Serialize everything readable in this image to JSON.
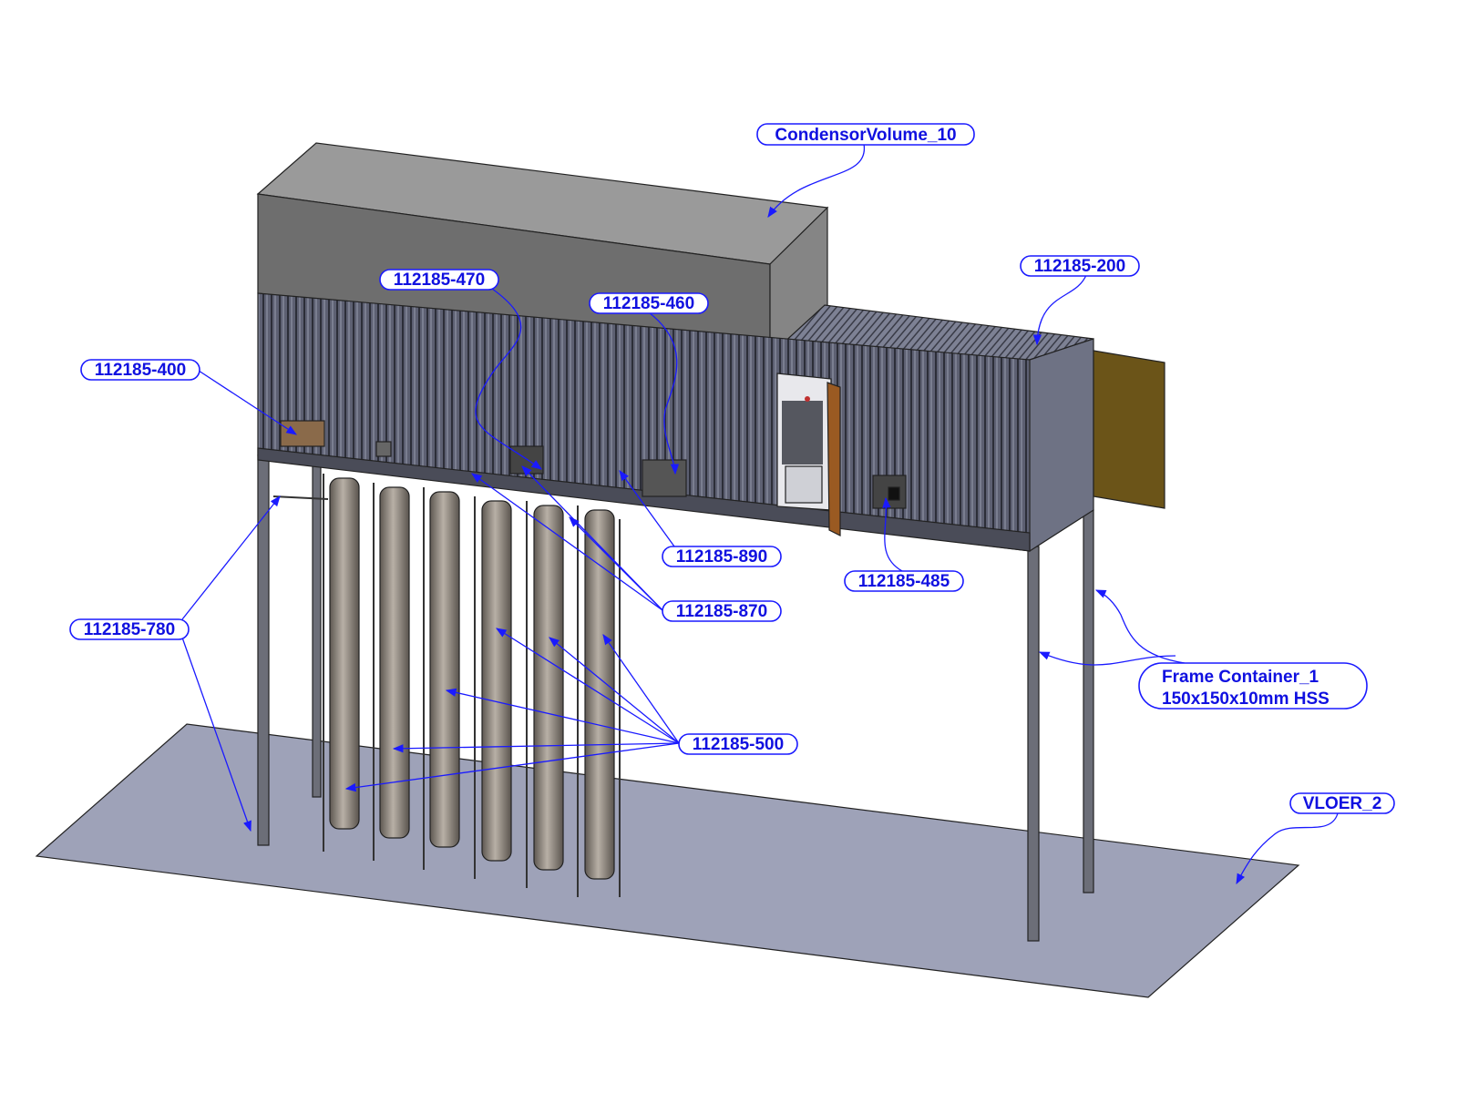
{
  "callouts": {
    "condensor": "CondensorVolume_10",
    "p470": "112185-470",
    "p460": "112185-460",
    "p200": "112185-200",
    "p400": "112185-400",
    "p890": "112185-890",
    "p485": "112185-485",
    "p870": "112185-870",
    "p780": "112185-780",
    "frame_line1": "Frame Container_1",
    "frame_line2": "150x150x10mm HSS",
    "p500": "112185-500",
    "vloer": "VLOER_2"
  },
  "colors": {
    "callout": "#1a1aff",
    "floor": "#9ea2b8",
    "condenser": "#8a8a8a",
    "container": "#5a5d6e",
    "door": "#6b5418",
    "column": "#8c857c"
  }
}
